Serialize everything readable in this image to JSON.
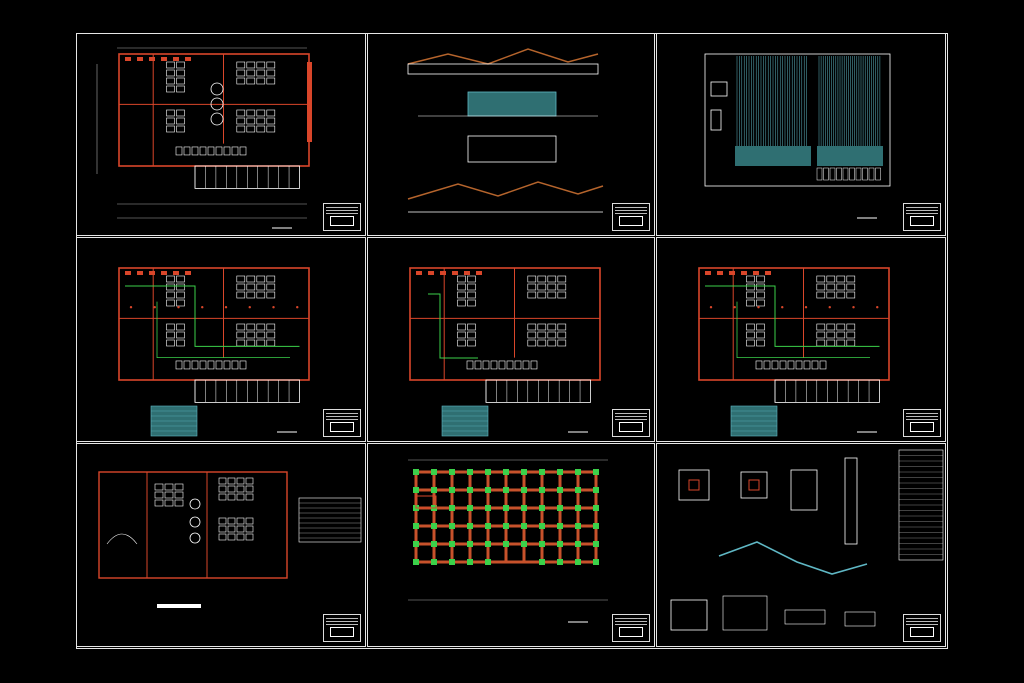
{
  "document": {
    "title": "",
    "sheets": [
      {
        "id": "s1",
        "kind": "floor-plan"
      },
      {
        "id": "s2",
        "kind": "elevations-sections"
      },
      {
        "id": "s3",
        "kind": "roof-plan"
      },
      {
        "id": "s4",
        "kind": "electrical-plan-a"
      },
      {
        "id": "s5",
        "kind": "electrical-plan-b"
      },
      {
        "id": "s6",
        "kind": "electrical-plan-c"
      },
      {
        "id": "s7",
        "kind": "furniture-plan"
      },
      {
        "id": "s8",
        "kind": "structural-grid"
      },
      {
        "id": "s9",
        "kind": "details"
      }
    ]
  },
  "colors": {
    "background": "#000000",
    "frame": "#e6e6e6",
    "wall": "#d9462a",
    "grid_column": "#3bd14a",
    "beam": "#c7522b",
    "furniture": "#ffffff",
    "cyan": "#5fb7c4",
    "teal_fill": "#2f6f72",
    "wood": "#b5642c"
  }
}
